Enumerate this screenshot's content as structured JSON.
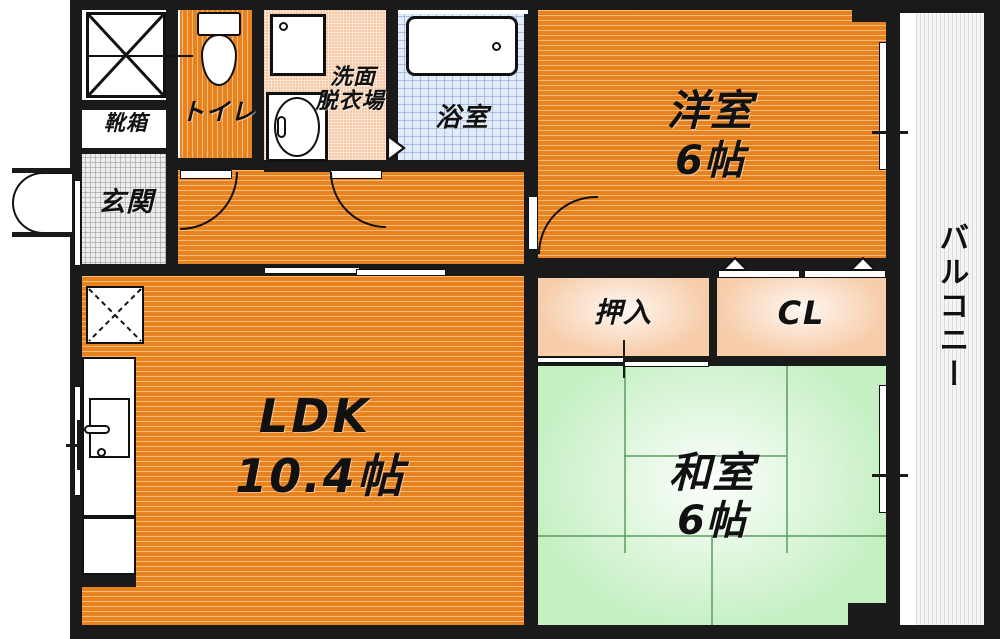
{
  "plan": {
    "type": "japanese-apartment-floor-plan",
    "layout_code": "2LDK",
    "rooms": [
      {
        "key": "ldk",
        "label": "LDK",
        "size": "10.4帖",
        "floor": "wood",
        "color": "#E8821E"
      },
      {
        "key": "yoshitsu",
        "label": "洋室",
        "size": "6帖",
        "floor": "wood",
        "color": "#E8821E"
      },
      {
        "key": "washitsu",
        "label": "和室",
        "size": "6帖",
        "floor": "tatami",
        "color": "#C6F0C4"
      },
      {
        "key": "genkan",
        "label": "玄関",
        "size": "",
        "floor": "tile",
        "color": "#EDEDED"
      },
      {
        "key": "toilet",
        "label": "トイレ",
        "size": "",
        "floor": "wood",
        "color": "#E8821E"
      },
      {
        "key": "senmen",
        "label": "洗面\n脱衣場",
        "size": "",
        "floor": "peach",
        "color": "#F6C7A3"
      },
      {
        "key": "yokushitsu",
        "label": "浴室",
        "size": "",
        "floor": "tile-blue",
        "color": "#E2EBFA"
      },
      {
        "key": "balcony",
        "label": "バルコニー",
        "size": "",
        "floor": "concrete",
        "color": "#F4F4F4"
      }
    ],
    "storage": [
      {
        "key": "kutsubako",
        "label": "靴箱"
      },
      {
        "key": "oshiire",
        "label": "押入"
      },
      {
        "key": "cl",
        "label": "CL"
      }
    ],
    "labels": {
      "ldk": "LDK",
      "ldk_size": "10.4帖",
      "yoshitsu": "洋室",
      "yoshitsu_size": "6帖",
      "washitsu": "和室",
      "washitsu_size": "6帖",
      "genkan": "玄関",
      "kutsubako": "靴箱",
      "toilet": "トイレ",
      "senmen_l1": "洗面",
      "senmen_l2": "脱衣場",
      "yokushitsu": "浴室",
      "oshiire": "押入",
      "cl": "CL",
      "balcony": "バルコニー"
    },
    "fixtures": [
      {
        "key": "toilet-bowl",
        "name": "western-toilet"
      },
      {
        "key": "washbasin",
        "name": "vanity-sink"
      },
      {
        "key": "washer-space",
        "name": "washing-machine-space"
      },
      {
        "key": "bathtub",
        "name": "bathtub"
      },
      {
        "key": "kitchen-sink",
        "name": "kitchen-sink-counter"
      },
      {
        "key": "fridge-space",
        "name": "refrigerator-space"
      },
      {
        "key": "meter-box",
        "name": "pipe-shaft"
      }
    ],
    "colors": {
      "wall": "#1A1A1A",
      "wood": "#E8821E",
      "tatami": "#C6F0C4",
      "peach": "#F7CDAA",
      "bath": "#E2EBFA",
      "tile": "#EDEDED",
      "balcony": "#F4F4F4"
    }
  }
}
